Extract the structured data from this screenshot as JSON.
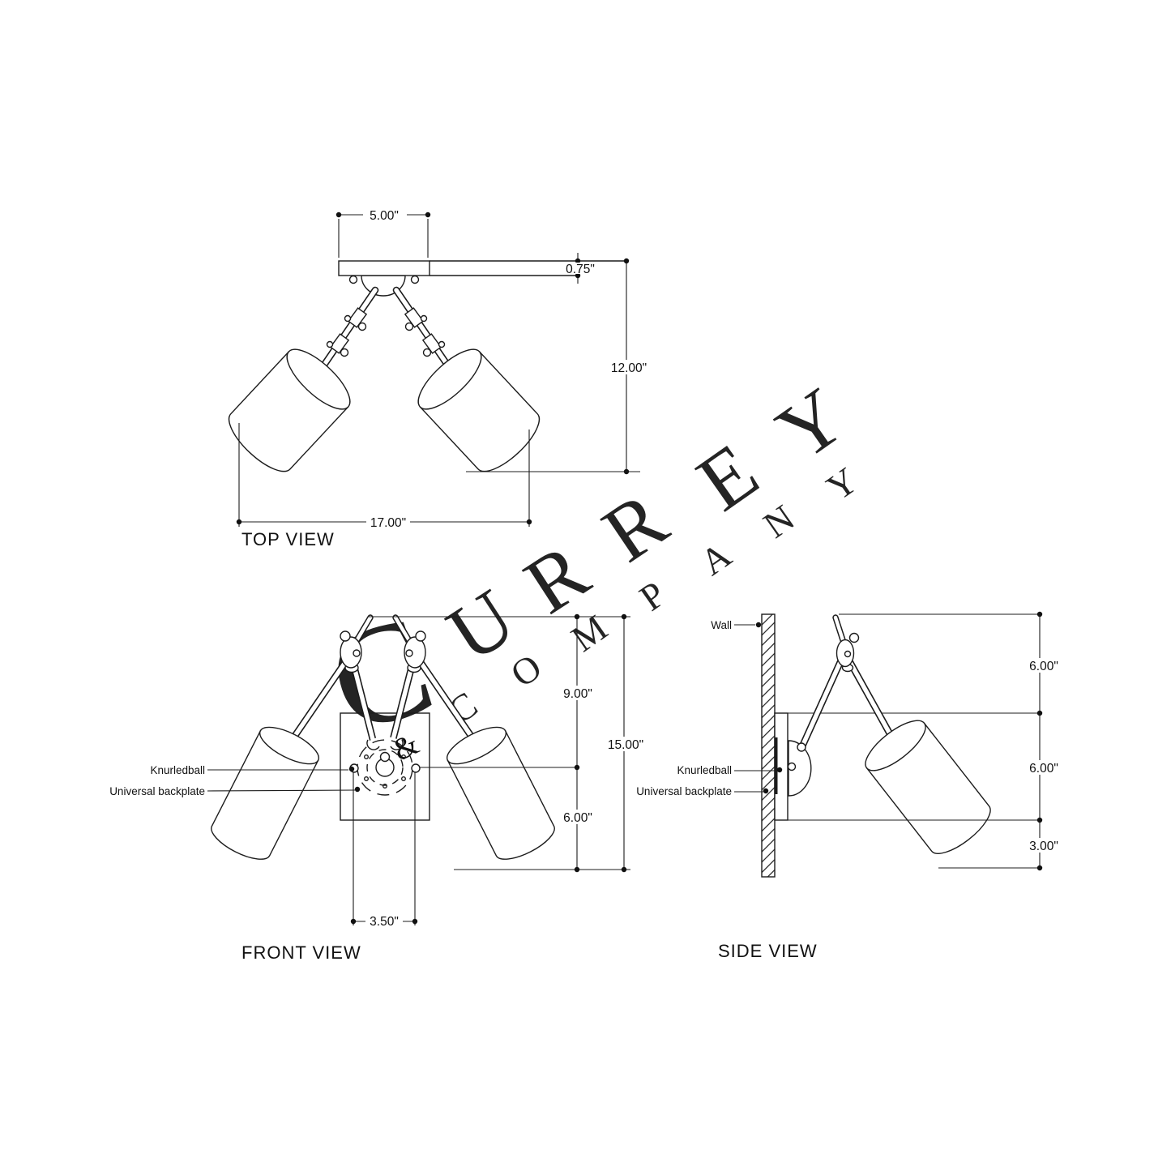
{
  "colors": {
    "watermark": "#7c7c7c",
    "line": "#1c1c1c"
  },
  "watermark": {
    "big_c": "C",
    "ampersand": "&",
    "currey": [
      "U",
      "R",
      "R",
      "E",
      "Y"
    ],
    "company": [
      "C",
      "O",
      "M",
      "P",
      "A",
      "N",
      "Y"
    ]
  },
  "top_view": {
    "title": "TOP VIEW",
    "dim_plate_width": "5.00\"",
    "dim_plate_thickness": "0.75\"",
    "dim_depth": "12.00\"",
    "dim_overall_width": "17.00\""
  },
  "front_view": {
    "title": "FRONT VIEW",
    "label_knurledball": "Knurledball",
    "label_backplate": "Universal backplate",
    "dim_upper": "9.00\"",
    "dim_overall": "15.00\"",
    "dim_lower": "6.00\"",
    "dim_center": "3.50\""
  },
  "side_view": {
    "title": "SIDE VIEW",
    "label_wall": "Wall",
    "label_knurledball": "Knurledball",
    "label_backplate": "Universal backplate",
    "dim_upper": "6.00\"",
    "dim_mid": "6.00\"",
    "dim_lower": "3.00\""
  }
}
